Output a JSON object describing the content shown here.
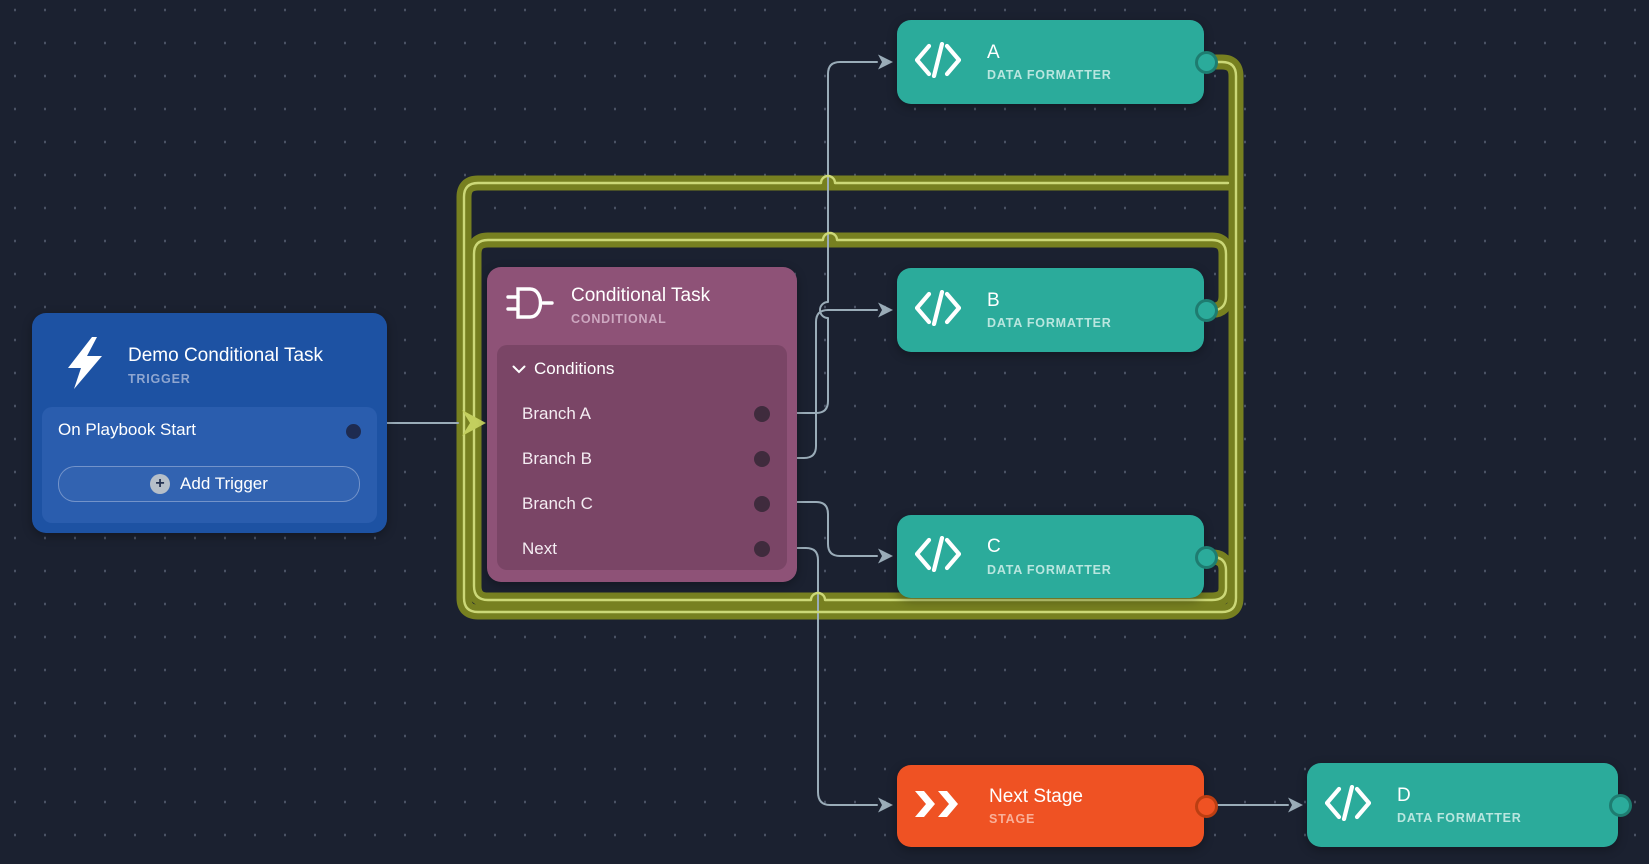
{
  "canvas": {
    "colors": {
      "background": "#1b2130",
      "grid_dot": "#4a5264",
      "trigger_blue": "#1d52a3",
      "trigger_panel_blue": "#2a5dae",
      "conditional_purple": "#8e5277",
      "formatter_teal": "#2bab9b",
      "stage_orange": "#ef5223",
      "loop_highlight_band": "#778020",
      "loop_highlight_line": "#ccd877",
      "edge_gray": "#9aacb8",
      "input_arrow_yellow": "#c3cf5e"
    }
  },
  "trigger": {
    "title": "Demo Conditional Task",
    "subtitle": "TRIGGER",
    "row_label": "On Playbook Start",
    "add_button_label": "Add Trigger",
    "plus_glyph": "+"
  },
  "conditional": {
    "title": "Conditional Task",
    "subtitle": "CONDITIONAL",
    "section_label": "Conditions",
    "branches": [
      {
        "label": "Branch A"
      },
      {
        "label": "Branch B"
      },
      {
        "label": "Branch C"
      },
      {
        "label": "Next"
      }
    ]
  },
  "formatters": {
    "a": {
      "title": "A",
      "subtitle": "DATA FORMATTER"
    },
    "b": {
      "title": "B",
      "subtitle": "DATA FORMATTER"
    },
    "c": {
      "title": "C",
      "subtitle": "DATA FORMATTER"
    },
    "d": {
      "title": "D",
      "subtitle": "DATA FORMATTER"
    }
  },
  "stage": {
    "title": "Next Stage",
    "subtitle": "STAGE"
  }
}
